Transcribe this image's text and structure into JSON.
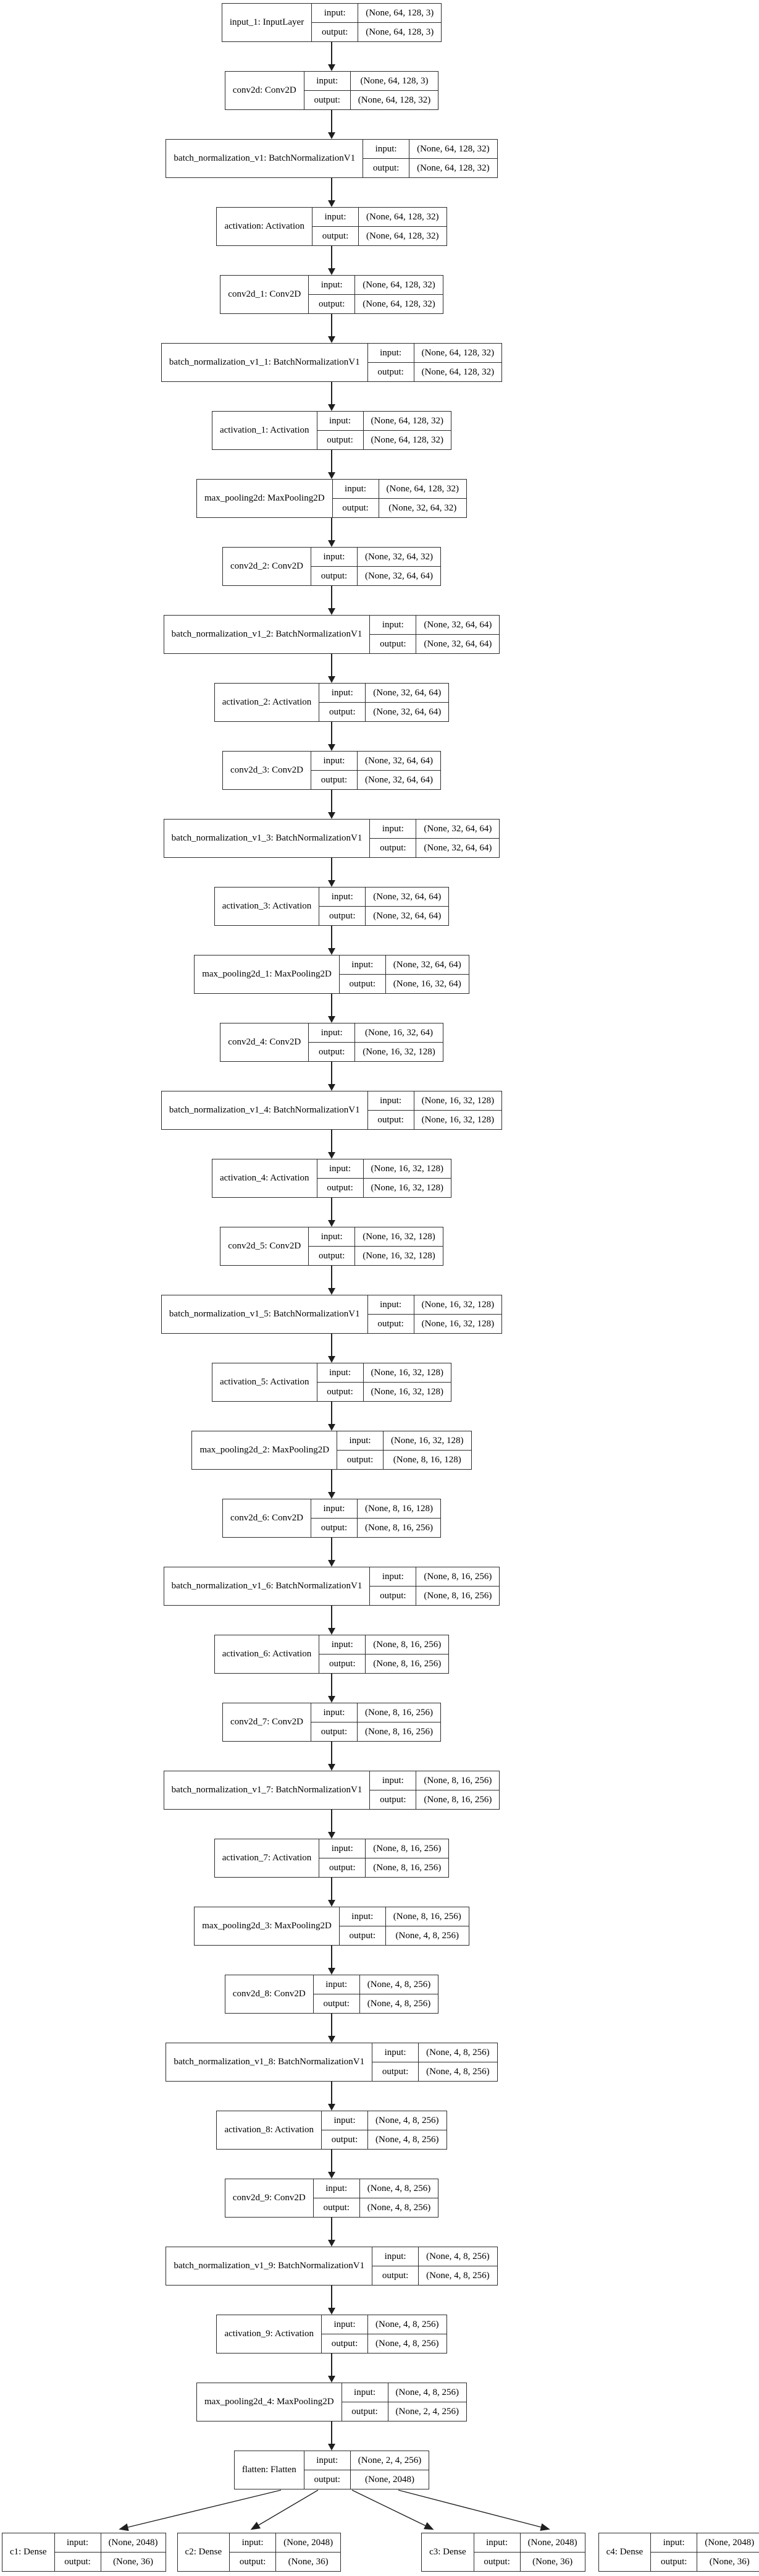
{
  "diagram": {
    "io_labels": {
      "input": "input:",
      "output": "output:"
    },
    "colors": {
      "background": "#ffffff",
      "node_fill": "#ffffff",
      "node_border": "#2b2b2b",
      "edge": "#1f1f1f",
      "text": "#000000"
    },
    "nodes": [
      {
        "label": "input_1: InputLayer",
        "input": "(None, 64, 128, 3)",
        "output": "(None, 64, 128, 3)"
      },
      {
        "label": "conv2d: Conv2D",
        "input": "(None, 64, 128, 3)",
        "output": "(None, 64, 128, 32)"
      },
      {
        "label": "batch_normalization_v1: BatchNormalizationV1",
        "input": "(None, 64, 128, 32)",
        "output": "(None, 64, 128, 32)"
      },
      {
        "label": "activation: Activation",
        "input": "(None, 64, 128, 32)",
        "output": "(None, 64, 128, 32)"
      },
      {
        "label": "conv2d_1: Conv2D",
        "input": "(None, 64, 128, 32)",
        "output": "(None, 64, 128, 32)"
      },
      {
        "label": "batch_normalization_v1_1: BatchNormalizationV1",
        "input": "(None, 64, 128, 32)",
        "output": "(None, 64, 128, 32)"
      },
      {
        "label": "activation_1: Activation",
        "input": "(None, 64, 128, 32)",
        "output": "(None, 64, 128, 32)"
      },
      {
        "label": "max_pooling2d: MaxPooling2D",
        "input": "(None, 64, 128, 32)",
        "output": "(None, 32, 64, 32)"
      },
      {
        "label": "conv2d_2: Conv2D",
        "input": "(None, 32, 64, 32)",
        "output": "(None, 32, 64, 64)"
      },
      {
        "label": "batch_normalization_v1_2: BatchNormalizationV1",
        "input": "(None, 32, 64, 64)",
        "output": "(None, 32, 64, 64)"
      },
      {
        "label": "activation_2: Activation",
        "input": "(None, 32, 64, 64)",
        "output": "(None, 32, 64, 64)"
      },
      {
        "label": "conv2d_3: Conv2D",
        "input": "(None, 32, 64, 64)",
        "output": "(None, 32, 64, 64)"
      },
      {
        "label": "batch_normalization_v1_3: BatchNormalizationV1",
        "input": "(None, 32, 64, 64)",
        "output": "(None, 32, 64, 64)"
      },
      {
        "label": "activation_3: Activation",
        "input": "(None, 32, 64, 64)",
        "output": "(None, 32, 64, 64)"
      },
      {
        "label": "max_pooling2d_1: MaxPooling2D",
        "input": "(None, 32, 64, 64)",
        "output": "(None, 16, 32, 64)"
      },
      {
        "label": "conv2d_4: Conv2D",
        "input": "(None, 16, 32, 64)",
        "output": "(None, 16, 32, 128)"
      },
      {
        "label": "batch_normalization_v1_4: BatchNormalizationV1",
        "input": "(None, 16, 32, 128)",
        "output": "(None, 16, 32, 128)"
      },
      {
        "label": "activation_4: Activation",
        "input": "(None, 16, 32, 128)",
        "output": "(None, 16, 32, 128)"
      },
      {
        "label": "conv2d_5: Conv2D",
        "input": "(None, 16, 32, 128)",
        "output": "(None, 16, 32, 128)"
      },
      {
        "label": "batch_normalization_v1_5: BatchNormalizationV1",
        "input": "(None, 16, 32, 128)",
        "output": "(None, 16, 32, 128)"
      },
      {
        "label": "activation_5: Activation",
        "input": "(None, 16, 32, 128)",
        "output": "(None, 16, 32, 128)"
      },
      {
        "label": "max_pooling2d_2: MaxPooling2D",
        "input": "(None, 16, 32, 128)",
        "output": "(None, 8, 16, 128)"
      },
      {
        "label": "conv2d_6: Conv2D",
        "input": "(None, 8, 16, 128)",
        "output": "(None, 8, 16, 256)"
      },
      {
        "label": "batch_normalization_v1_6: BatchNormalizationV1",
        "input": "(None, 8, 16, 256)",
        "output": "(None, 8, 16, 256)"
      },
      {
        "label": "activation_6: Activation",
        "input": "(None, 8, 16, 256)",
        "output": "(None, 8, 16, 256)"
      },
      {
        "label": "conv2d_7: Conv2D",
        "input": "(None, 8, 16, 256)",
        "output": "(None, 8, 16, 256)"
      },
      {
        "label": "batch_normalization_v1_7: BatchNormalizationV1",
        "input": "(None, 8, 16, 256)",
        "output": "(None, 8, 16, 256)"
      },
      {
        "label": "activation_7: Activation",
        "input": "(None, 8, 16, 256)",
        "output": "(None, 8, 16, 256)"
      },
      {
        "label": "max_pooling2d_3: MaxPooling2D",
        "input": "(None, 8, 16, 256)",
        "output": "(None, 4, 8, 256)"
      },
      {
        "label": "conv2d_8: Conv2D",
        "input": "(None, 4, 8, 256)",
        "output": "(None, 4, 8, 256)"
      },
      {
        "label": "batch_normalization_v1_8: BatchNormalizationV1",
        "input": "(None, 4, 8, 256)",
        "output": "(None, 4, 8, 256)"
      },
      {
        "label": "activation_8: Activation",
        "input": "(None, 4, 8, 256)",
        "output": "(None, 4, 8, 256)"
      },
      {
        "label": "conv2d_9: Conv2D",
        "input": "(None, 4, 8, 256)",
        "output": "(None, 4, 8, 256)"
      },
      {
        "label": "batch_normalization_v1_9: BatchNormalizationV1",
        "input": "(None, 4, 8, 256)",
        "output": "(None, 4, 8, 256)"
      },
      {
        "label": "activation_9: Activation",
        "input": "(None, 4, 8, 256)",
        "output": "(None, 4, 8, 256)"
      },
      {
        "label": "max_pooling2d_4: MaxPooling2D",
        "input": "(None, 4, 8, 256)",
        "output": "(None, 2, 4, 256)"
      },
      {
        "label": "flatten: Flatten",
        "input": "(None, 2, 4, 256)",
        "output": "(None, 2048)"
      }
    ],
    "output_nodes": [
      {
        "label": "c1: Dense",
        "input": "(None, 2048)",
        "output": "(None, 36)"
      },
      {
        "label": "c2: Dense",
        "input": "(None, 2048)",
        "output": "(None, 36)"
      },
      {
        "label": "c3: Dense",
        "input": "(None, 2048)",
        "output": "(None, 36)"
      },
      {
        "label": "c4: Dense",
        "input": "(None, 2048)",
        "output": "(None, 36)"
      }
    ]
  }
}
